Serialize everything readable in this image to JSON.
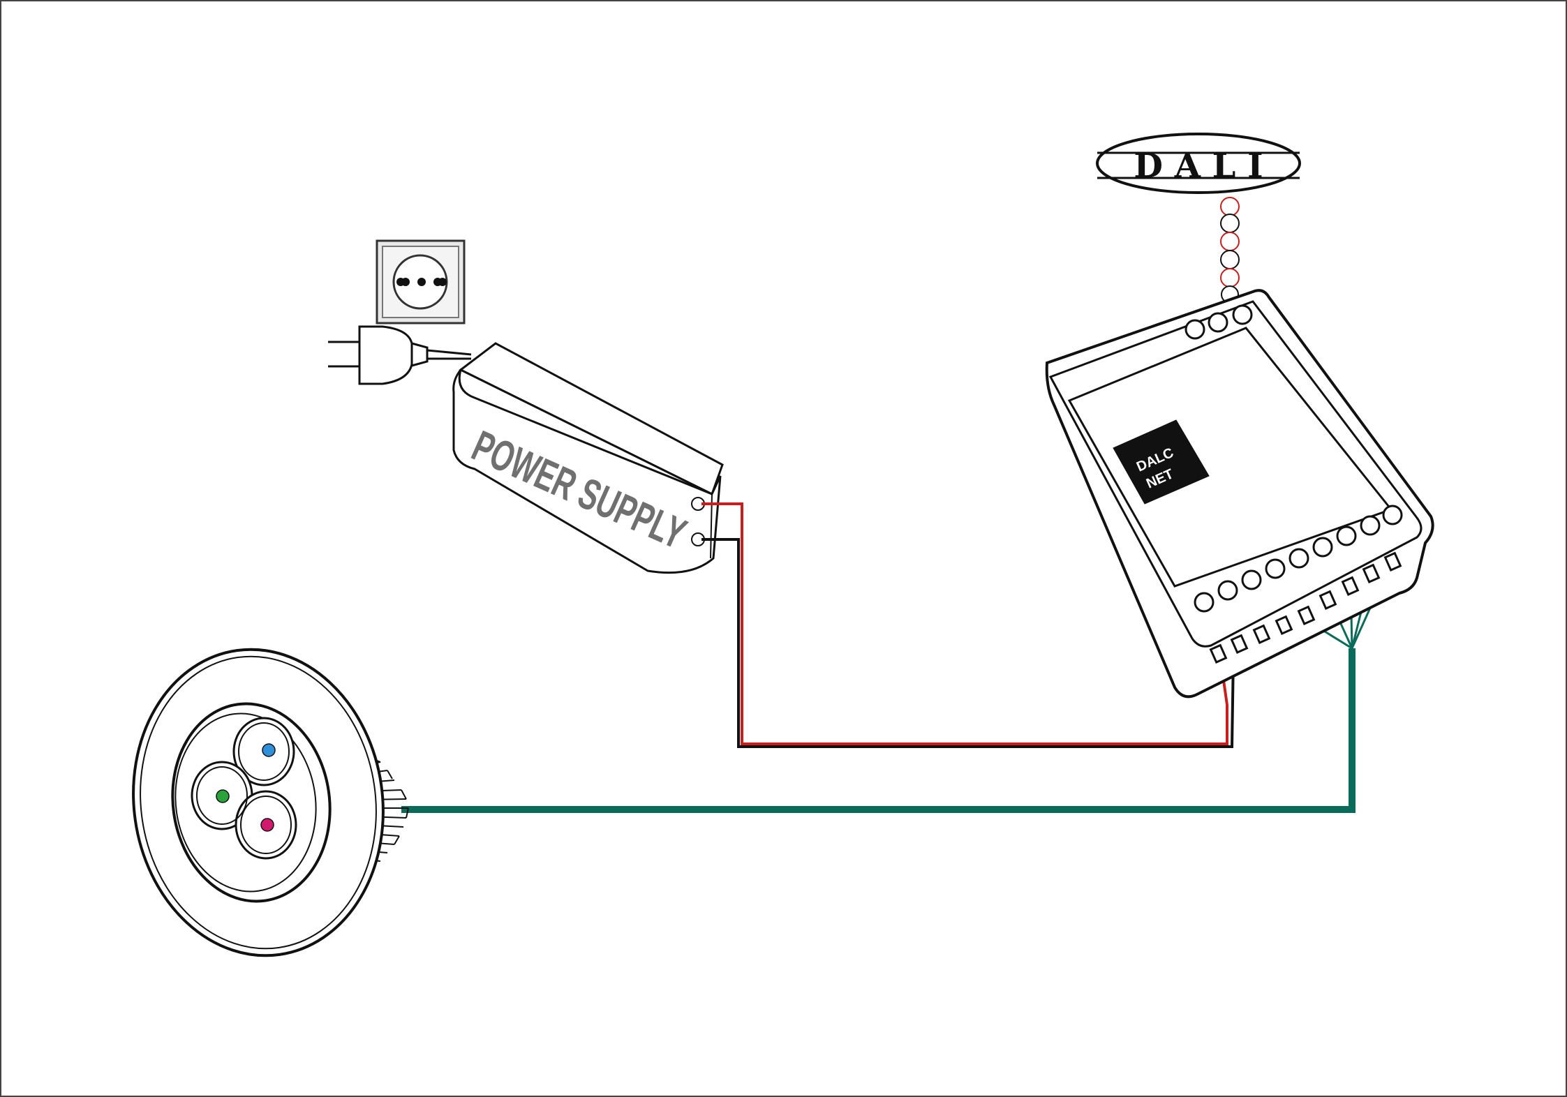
{
  "labels": {
    "power_supply": "POWER SUPPLY",
    "dali": "D A L I",
    "dalc_line1": "DALC",
    "dalc_line2": "NET"
  },
  "colors": {
    "positive_wire": "#c81e1e",
    "negative_wire": "#111111",
    "signal_wire": "#0b6b5a",
    "dali_bus": "#c81e1e",
    "led_blue": "#2f8fd8",
    "led_green": "#2aa33a",
    "led_red": "#d21b6f"
  },
  "icons": {
    "wall_socket": "wall-socket-icon",
    "plug": "power-plug-icon",
    "led_lamp": "rgb-led-downlight-icon"
  }
}
